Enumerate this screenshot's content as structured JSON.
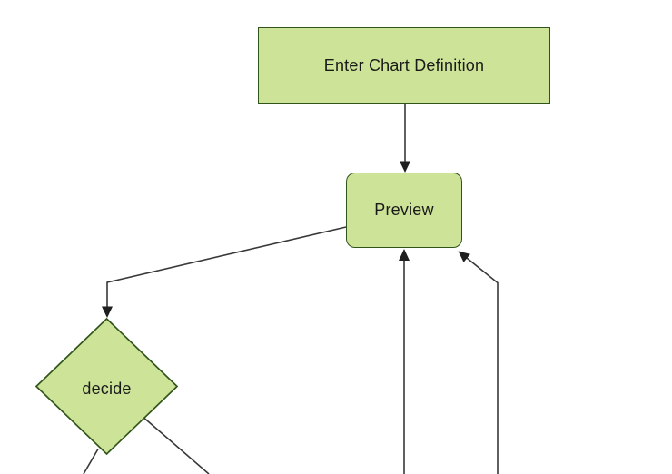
{
  "diagram": {
    "kind": "flowchart",
    "theme": {
      "canvas_bg": "#ffffff",
      "node_fill": "#cde498",
      "node_border": "#30541a",
      "edge_color": "#383838",
      "arrow_color": "#1f1f1f",
      "text_color": "#1a1a1a"
    },
    "nodes": [
      {
        "id": "enter-chart-definition",
        "label": "Enter Chart Definition",
        "shape": "rectangle"
      },
      {
        "id": "preview",
        "label": "Preview",
        "shape": "rounded-rectangle"
      },
      {
        "id": "decide",
        "label": "decide",
        "shape": "diamond"
      }
    ],
    "edges": [
      {
        "from": "enter-chart-definition",
        "to": "preview",
        "arrow": true
      },
      {
        "from": "preview",
        "to": "decide",
        "arrow": true
      },
      {
        "from": "decide",
        "to": "offscreen-bottom-left",
        "arrow": false
      },
      {
        "from": "decide",
        "to": "offscreen-bottom-right",
        "arrow": false
      },
      {
        "from": "offscreen-bottom",
        "to": "preview",
        "arrow": true
      },
      {
        "from": "offscreen-bottom-far-right",
        "to": "preview",
        "arrow": true
      }
    ]
  }
}
